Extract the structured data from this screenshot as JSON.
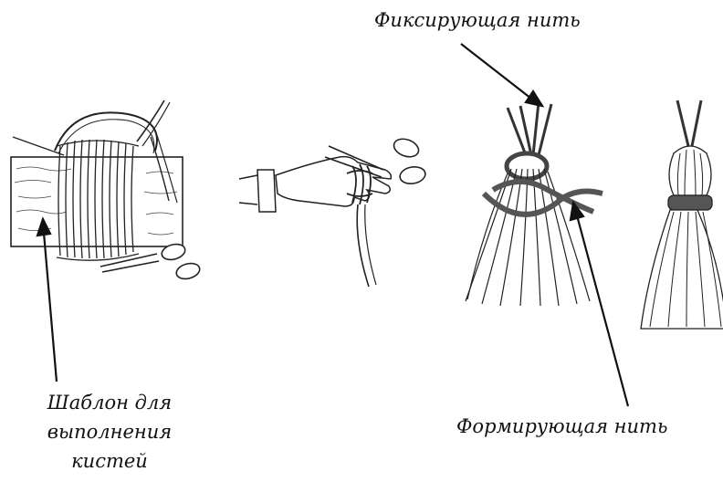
{
  "labels": {
    "fixing_thread": "Фиксирующая нить",
    "forming_thread": "Формирующая нить",
    "template_line1": "Шаблон для",
    "template_line2": "выполнения",
    "template_line3": "кистей"
  },
  "colors": {
    "ink": "#111111",
    "thread_dark": "#555555",
    "fill_light": "#ffffff"
  }
}
